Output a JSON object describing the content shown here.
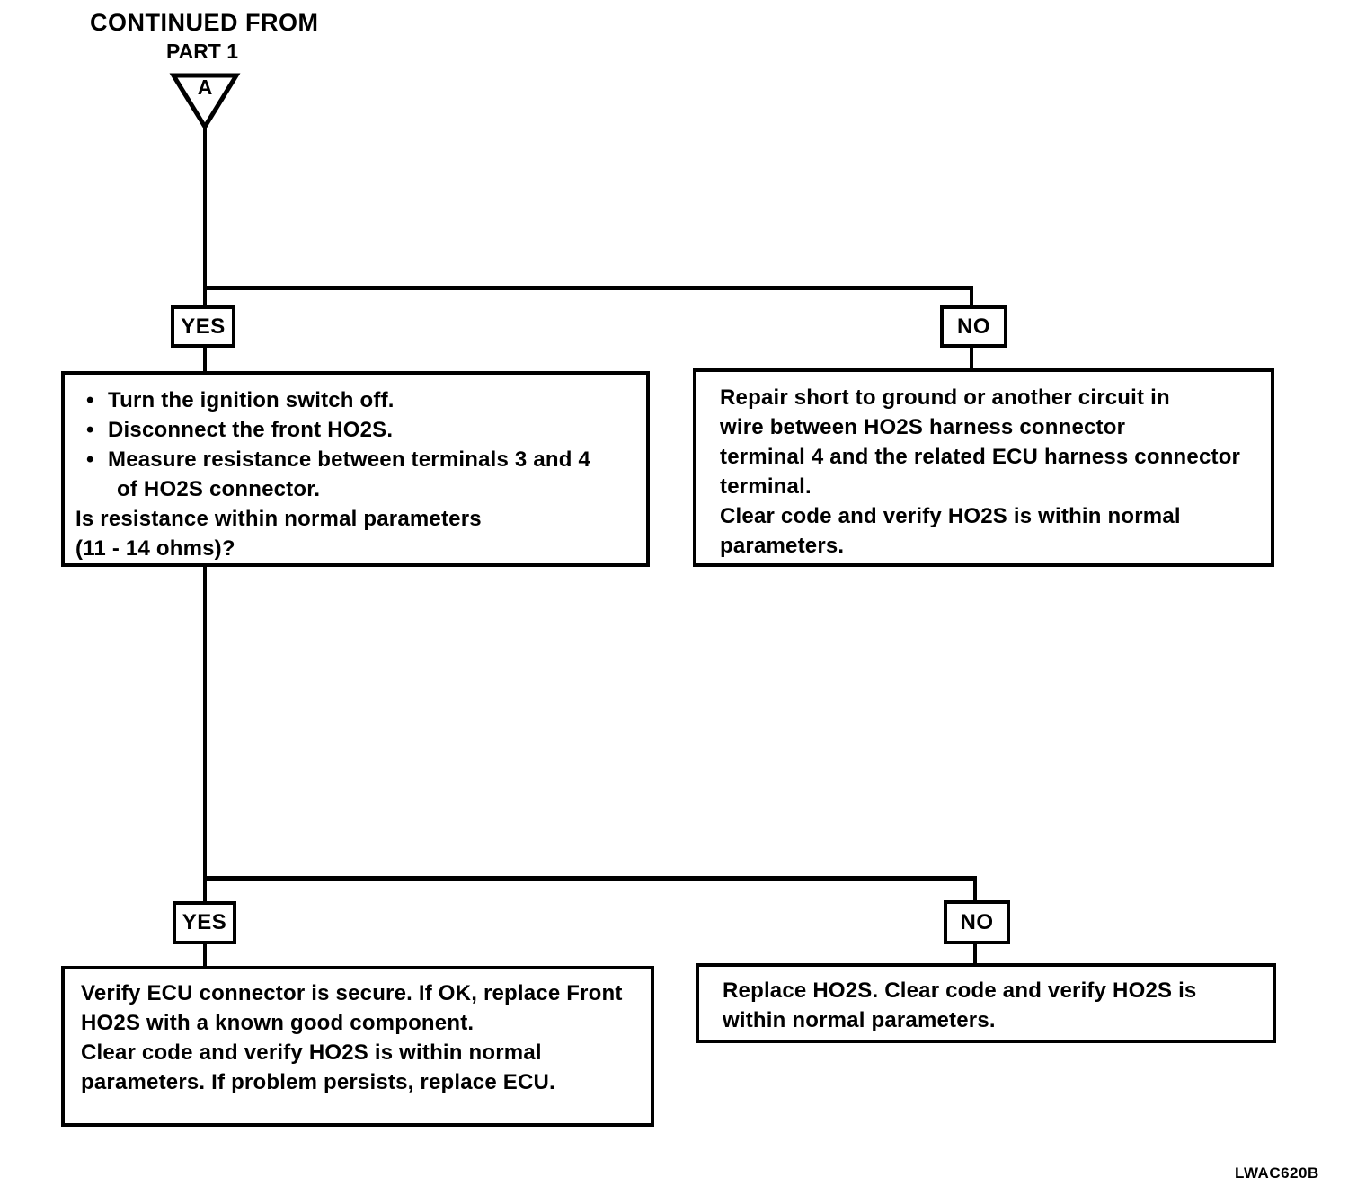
{
  "colors": {
    "ink": "#000000",
    "paper": "#ffffff"
  },
  "header": {
    "continued_from": "CONTINUED FROM",
    "part": "PART 1"
  },
  "connector_a": {
    "label": "A"
  },
  "bullet_glyph": "•",
  "branch1": {
    "yes": "YES",
    "no": "NO"
  },
  "branch2": {
    "yes": "YES",
    "no": "NO"
  },
  "box_resistance_check": {
    "bullet1": "Turn the ignition switch off.",
    "bullet2": "Disconnect the front HO2S.",
    "bullet3_line1": "Measure resistance between terminals 3 and 4",
    "bullet3_line2": "of HO2S connector.",
    "question_line1": "Is resistance within normal parameters",
    "question_line2": "(11 - 14 ohms)?"
  },
  "box_repair_short": {
    "line1": "Repair short to ground or another circuit in",
    "line2": "wire between HO2S harness connector",
    "line3": "terminal 4 and the related ECU harness connector",
    "line4": "terminal.",
    "line5": "Clear code and verify HO2S is within normal",
    "line6": "parameters."
  },
  "box_verify_ecu": {
    "line1": "Verify ECU connector is secure. If OK, replace Front",
    "line2": "HO2S with a known good component.",
    "line3": "Clear code and verify HO2S is within normal",
    "line4": "parameters. If problem persists, replace ECU."
  },
  "box_replace_ho2s": {
    "line1": "Replace HO2S. Clear code and verify HO2S is",
    "line2": "within normal parameters."
  },
  "footer": {
    "figure_code": "LWAC620B"
  }
}
